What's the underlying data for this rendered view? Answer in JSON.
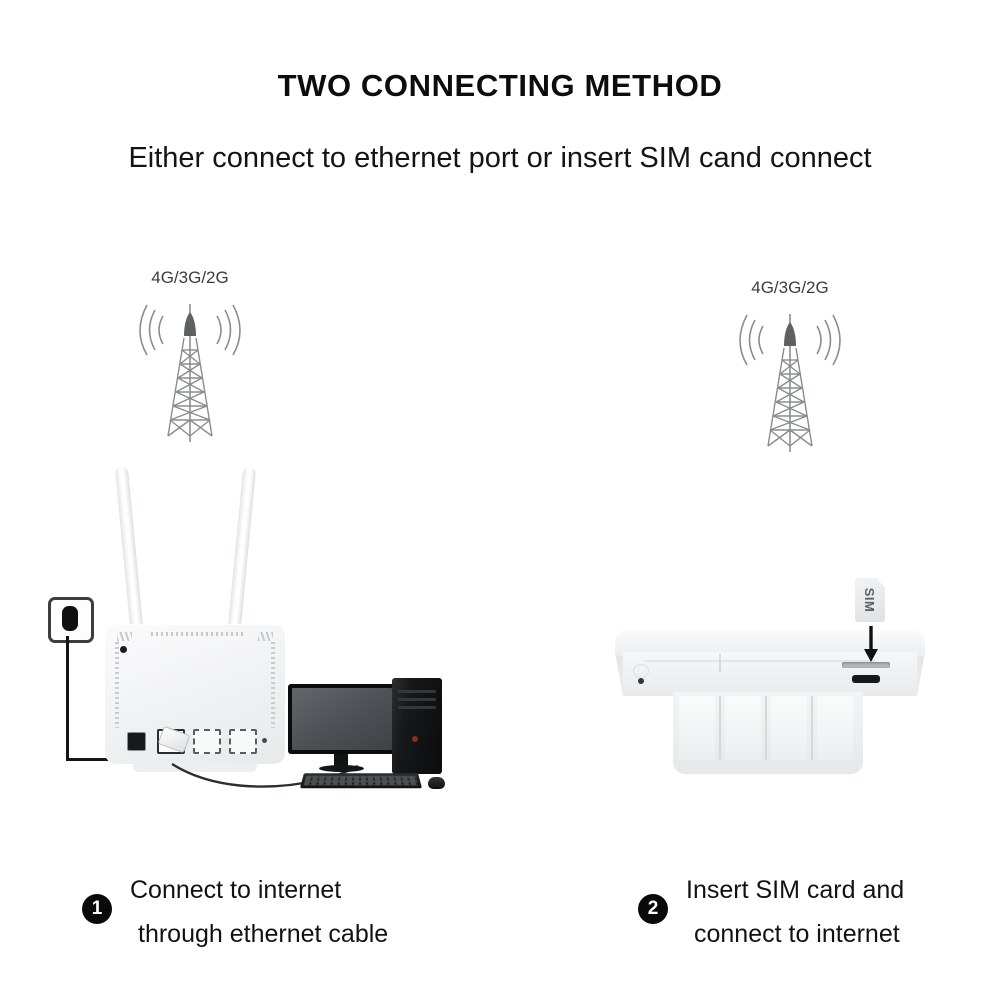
{
  "page": {
    "title": "TWO CONNECTING METHOD",
    "subtitle": "Either connect to ethernet port or insert SIM cand connect",
    "background_color": "#ffffff",
    "text_color": "#111213"
  },
  "towers": [
    {
      "label": "4G/3G/2G",
      "icon": "cell-tower-icon",
      "signal": "wireless-waves-icon"
    },
    {
      "label": "4G/3G/2G",
      "icon": "cell-tower-icon",
      "signal": "wireless-waves-icon"
    }
  ],
  "left_scene": {
    "router": {
      "name": "wifi-router-front",
      "antennas": 2,
      "ports": [
        "power-jack",
        "rj45-wan-port",
        "rj45-lan-port",
        "rj45-lan-port"
      ],
      "color": "#f2f3f4"
    },
    "wall_outlet": {
      "name": "wall-power-outlet",
      "color": "#101011"
    },
    "power_cable": {
      "name": "power-cable",
      "color": "#141516"
    },
    "ethernet_cable": {
      "name": "ethernet-cable",
      "color": "#2b2d2f"
    },
    "computer": {
      "name": "desktop-computer",
      "parts": [
        "monitor",
        "tower-case",
        "keyboard",
        "mouse"
      ],
      "screen_color": "#4e5256",
      "case_color": "#0b0c0d",
      "led_color": "#8d2b1e"
    }
  },
  "right_scene": {
    "router": {
      "name": "wifi-router-side",
      "slot": "sim-card-slot",
      "usb_port": "micro-usb-port",
      "color": "#eceeef"
    },
    "sim_card": {
      "label": "SIM",
      "color": "#e4e6e8"
    },
    "arrow": {
      "name": "insert-arrow-icon",
      "direction": "down",
      "color": "#0f1011"
    }
  },
  "captions": [
    {
      "number": "1",
      "line1": "Connect to internet",
      "line2": "through ethernet cable"
    },
    {
      "number": "2",
      "line1": "Insert SIM card and",
      "line2": "connect to internet"
    }
  ]
}
